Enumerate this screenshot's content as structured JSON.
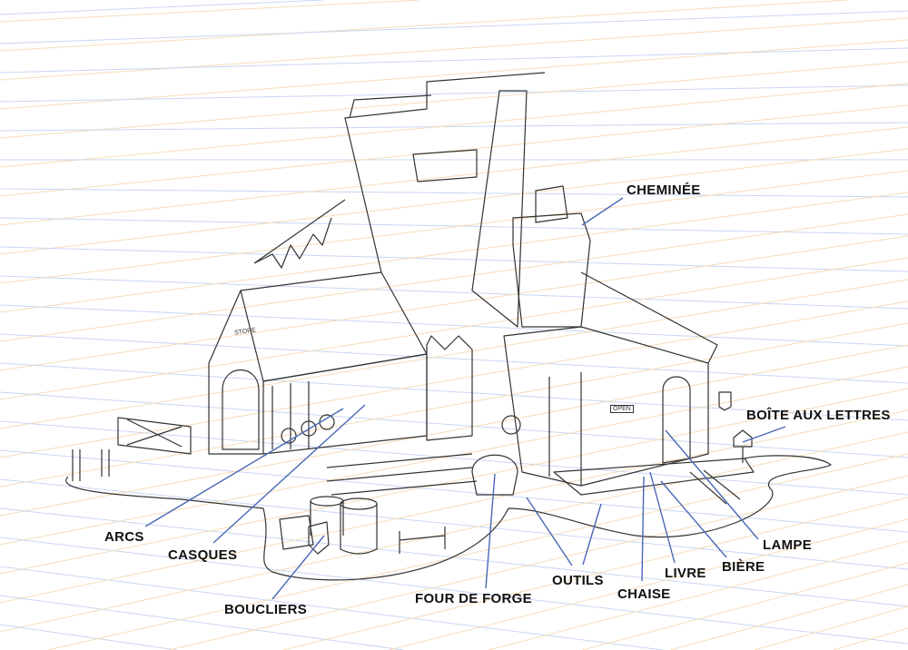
{
  "diagram": {
    "labels": {
      "chimney": "CHEMINÉE",
      "mailbox": "BOÎTE AUX LETTRES",
      "lamp": "LAMPE",
      "beer": "BIÈRE",
      "book": "LIVRE",
      "chair": "CHAISE",
      "tools": "OUTILS",
      "forge": "FOUR DE FORGE",
      "shields": "BOUCLIERS",
      "helmets": "CASQUES",
      "bows": "ARCS"
    },
    "signs": {
      "store": "STORE",
      "open": "OPEN"
    },
    "colors": {
      "leader": "#4a67b5",
      "grid_blue": "#c9d6f2",
      "grid_orange": "#f7dcb8",
      "ink": "#333333"
    }
  }
}
